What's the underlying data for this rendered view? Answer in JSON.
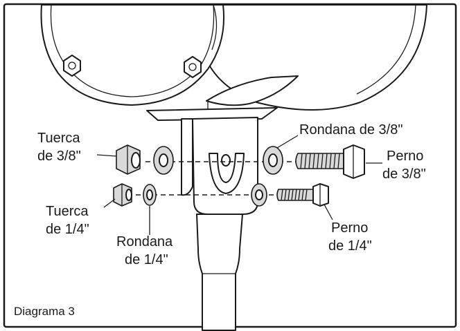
{
  "diagram": {
    "caption": "Diagrama 3",
    "labels": {
      "nut_38_line1": "Tuerca",
      "nut_38_line2": "de 3/8\"",
      "nut_14_line1": "Tuerca",
      "nut_14_line2": "de 1/4\"",
      "washer_14_line1": "Rondana",
      "washer_14_line2": "de 1/4\"",
      "washer_38": "Rondana de 3/8\"",
      "bolt_38_line1": "Perno",
      "bolt_38_line2": "de 3/8\"",
      "bolt_14_line1": "Perno",
      "bolt_14_line2": "de 1/4\""
    }
  }
}
